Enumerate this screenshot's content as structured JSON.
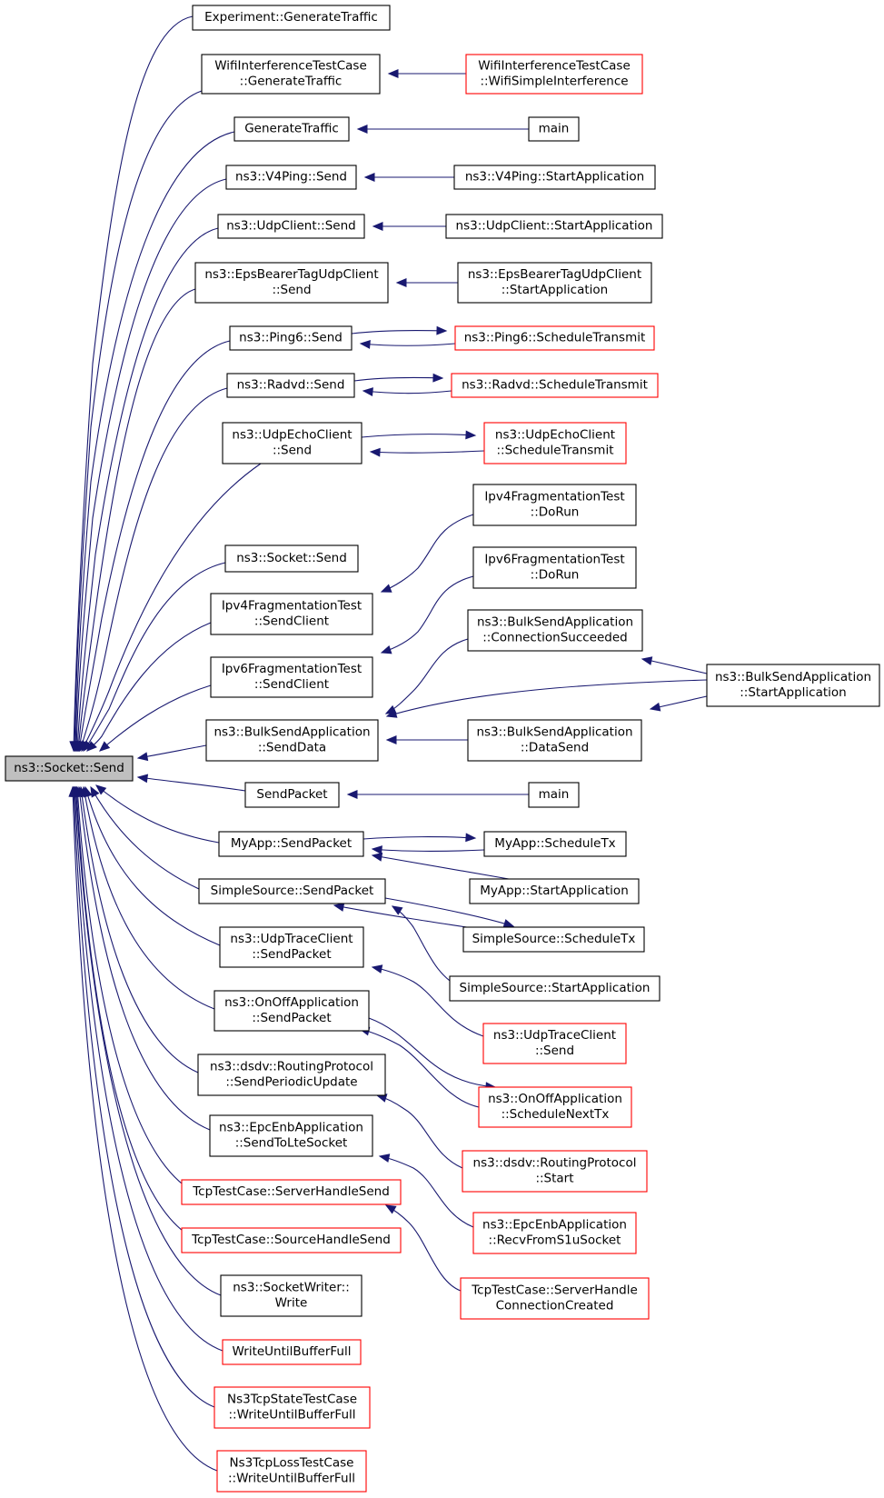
{
  "diagram": {
    "root": {
      "id": "socket_send",
      "label": "ns3::Socket::Send"
    },
    "nodes": [
      {
        "id": "exp_gen",
        "lines": [
          "Experiment::GenerateTraffic"
        ]
      },
      {
        "id": "wit_gen",
        "lines": [
          "WifiInterferenceTestCase",
          "::GenerateTraffic"
        ]
      },
      {
        "id": "wit_simple",
        "lines": [
          "WifiInterferenceTestCase",
          "::WifiSimpleInterference"
        ],
        "truncated": true
      },
      {
        "id": "gentraffic",
        "lines": [
          "GenerateTraffic"
        ]
      },
      {
        "id": "main1",
        "lines": [
          "main"
        ]
      },
      {
        "id": "v4ping_send",
        "lines": [
          "ns3::V4Ping::Send"
        ]
      },
      {
        "id": "v4ping_start",
        "lines": [
          "ns3::V4Ping::StartApplication"
        ]
      },
      {
        "id": "udpclient_send",
        "lines": [
          "ns3::UdpClient::Send"
        ]
      },
      {
        "id": "udpclient_start",
        "lines": [
          "ns3::UdpClient::StartApplication"
        ]
      },
      {
        "id": "eps_send",
        "lines": [
          "ns3::EpsBearerTagUdpClient",
          "::Send"
        ]
      },
      {
        "id": "eps_start",
        "lines": [
          "ns3::EpsBearerTagUdpClient",
          "::StartApplication"
        ]
      },
      {
        "id": "ping6_send",
        "lines": [
          "ns3::Ping6::Send"
        ]
      },
      {
        "id": "ping6_sched",
        "lines": [
          "ns3::Ping6::ScheduleTransmit"
        ],
        "truncated": true
      },
      {
        "id": "radvd_send",
        "lines": [
          "ns3::Radvd::Send"
        ]
      },
      {
        "id": "radvd_sched",
        "lines": [
          "ns3::Radvd::ScheduleTransmit"
        ],
        "truncated": true
      },
      {
        "id": "echo_send",
        "lines": [
          "ns3::UdpEchoClient",
          "::Send"
        ]
      },
      {
        "id": "echo_sched",
        "lines": [
          "ns3::UdpEchoClient",
          "::ScheduleTransmit"
        ],
        "truncated": true
      },
      {
        "id": "ipv4frag_dorun",
        "lines": [
          "Ipv4FragmentationTest",
          "::DoRun"
        ]
      },
      {
        "id": "socket_send2",
        "lines": [
          "ns3::Socket::Send"
        ]
      },
      {
        "id": "ipv6frag_dorun",
        "lines": [
          "Ipv6FragmentationTest",
          "::DoRun"
        ]
      },
      {
        "id": "ipv4frag_sc",
        "lines": [
          "Ipv4FragmentationTest",
          "::SendClient"
        ]
      },
      {
        "id": "bulk_conn",
        "lines": [
          "ns3::BulkSendApplication",
          "::ConnectionSucceeded"
        ]
      },
      {
        "id": "ipv6frag_sc",
        "lines": [
          "Ipv6FragmentationTest",
          "::SendClient"
        ]
      },
      {
        "id": "bulk_start",
        "lines": [
          "ns3::BulkSendApplication",
          "::StartApplication"
        ]
      },
      {
        "id": "bulk_senddata",
        "lines": [
          "ns3::BulkSendApplication",
          "::SendData"
        ]
      },
      {
        "id": "bulk_datasend",
        "lines": [
          "ns3::BulkSendApplication",
          "::DataSend"
        ]
      },
      {
        "id": "sendpacket",
        "lines": [
          "SendPacket"
        ]
      },
      {
        "id": "main2",
        "lines": [
          "main"
        ]
      },
      {
        "id": "myapp_sp",
        "lines": [
          "MyApp::SendPacket"
        ]
      },
      {
        "id": "myapp_stx",
        "lines": [
          "MyApp::ScheduleTx"
        ]
      },
      {
        "id": "myapp_start",
        "lines": [
          "MyApp::StartApplication"
        ]
      },
      {
        "id": "ss_sp",
        "lines": [
          "SimpleSource::SendPacket"
        ]
      },
      {
        "id": "ss_stx",
        "lines": [
          "SimpleSource::ScheduleTx"
        ]
      },
      {
        "id": "utc_sp",
        "lines": [
          "ns3::UdpTraceClient",
          "::SendPacket"
        ]
      },
      {
        "id": "ss_start",
        "lines": [
          "SimpleSource::StartApplication"
        ]
      },
      {
        "id": "onoff_sp",
        "lines": [
          "ns3::OnOffApplication",
          "::SendPacket"
        ]
      },
      {
        "id": "utc_send",
        "lines": [
          "ns3::UdpTraceClient",
          "::Send"
        ],
        "truncated": true
      },
      {
        "id": "dsdv_spu",
        "lines": [
          "ns3::dsdv::RoutingProtocol",
          "::SendPeriodicUpdate"
        ]
      },
      {
        "id": "onoff_snt",
        "lines": [
          "ns3::OnOffApplication",
          "::ScheduleNextTx"
        ],
        "truncated": true
      },
      {
        "id": "epc_stl",
        "lines": [
          "ns3::EpcEnbApplication",
          "::SendToLteSocket"
        ]
      },
      {
        "id": "dsdv_start",
        "lines": [
          "ns3::dsdv::RoutingProtocol",
          "::Start"
        ],
        "truncated": true
      },
      {
        "id": "tcp_shs",
        "lines": [
          "TcpTestCase::ServerHandleSend"
        ],
        "truncated": true
      },
      {
        "id": "epc_recv",
        "lines": [
          "ns3::EpcEnbApplication",
          "::RecvFromS1uSocket"
        ],
        "truncated": true
      },
      {
        "id": "tcp_sohs",
        "lines": [
          "TcpTestCase::SourceHandleSend"
        ],
        "truncated": true
      },
      {
        "id": "tcp_shcc",
        "lines": [
          "TcpTestCase::ServerHandle",
          "ConnectionCreated"
        ],
        "truncated": true
      },
      {
        "id": "sw_write",
        "lines": [
          "ns3::SocketWriter::",
          "Write"
        ]
      },
      {
        "id": "wubf",
        "lines": [
          "WriteUntilBufferFull"
        ],
        "truncated": true
      },
      {
        "id": "ns3tcpstate",
        "lines": [
          "Ns3TcpStateTestCase",
          "::WriteUntilBufferFull"
        ],
        "truncated": true
      },
      {
        "id": "ns3tcploss",
        "lines": [
          "Ns3TcpLossTestCase",
          "::WriteUntilBufferFull"
        ],
        "truncated": true
      }
    ],
    "edges": [
      [
        "exp_gen",
        "socket_send"
      ],
      [
        "wit_gen",
        "socket_send"
      ],
      [
        "gentraffic",
        "socket_send"
      ],
      [
        "v4ping_send",
        "socket_send"
      ],
      [
        "udpclient_send",
        "socket_send"
      ],
      [
        "eps_send",
        "socket_send"
      ],
      [
        "ping6_send",
        "socket_send"
      ],
      [
        "radvd_send",
        "socket_send"
      ],
      [
        "echo_send",
        "socket_send"
      ],
      [
        "socket_send2",
        "socket_send"
      ],
      [
        "ipv4frag_sc",
        "socket_send"
      ],
      [
        "ipv6frag_sc",
        "socket_send"
      ],
      [
        "bulk_senddata",
        "socket_send"
      ],
      [
        "sendpacket",
        "socket_send"
      ],
      [
        "myapp_sp",
        "socket_send"
      ],
      [
        "ss_sp",
        "socket_send"
      ],
      [
        "utc_sp",
        "socket_send"
      ],
      [
        "onoff_sp",
        "socket_send"
      ],
      [
        "dsdv_spu",
        "socket_send"
      ],
      [
        "epc_stl",
        "socket_send"
      ],
      [
        "tcp_shs",
        "socket_send"
      ],
      [
        "tcp_sohs",
        "socket_send"
      ],
      [
        "sw_write",
        "socket_send"
      ],
      [
        "wubf",
        "socket_send"
      ],
      [
        "ns3tcpstate",
        "socket_send"
      ],
      [
        "ns3tcploss",
        "socket_send"
      ],
      [
        "wit_simple",
        "wit_gen"
      ],
      [
        "main1",
        "gentraffic"
      ],
      [
        "v4ping_start",
        "v4ping_send"
      ],
      [
        "udpclient_start",
        "udpclient_send"
      ],
      [
        "eps_start",
        "eps_send"
      ],
      [
        "ping6_sched",
        "ping6_send"
      ],
      [
        "ping6_send",
        "ping6_sched"
      ],
      [
        "radvd_sched",
        "radvd_send"
      ],
      [
        "radvd_send",
        "radvd_sched"
      ],
      [
        "echo_sched",
        "echo_send"
      ],
      [
        "echo_send",
        "echo_sched"
      ],
      [
        "ipv4frag_dorun",
        "ipv4frag_sc"
      ],
      [
        "ipv6frag_dorun",
        "ipv6frag_sc"
      ],
      [
        "bulk_conn",
        "bulk_senddata"
      ],
      [
        "bulk_start",
        "bulk_senddata"
      ],
      [
        "bulk_datasend",
        "bulk_senddata"
      ],
      [
        "bulk_start",
        "bulk_conn"
      ],
      [
        "bulk_start",
        "bulk_datasend"
      ],
      [
        "main2",
        "sendpacket"
      ],
      [
        "myapp_stx",
        "myapp_sp"
      ],
      [
        "myapp_sp",
        "myapp_stx"
      ],
      [
        "myapp_start",
        "myapp_sp"
      ],
      [
        "ss_stx",
        "ss_sp"
      ],
      [
        "ss_sp",
        "ss_stx"
      ],
      [
        "ss_start",
        "ss_sp"
      ],
      [
        "utc_send",
        "utc_sp"
      ],
      [
        "onoff_snt",
        "onoff_sp"
      ],
      [
        "onoff_sp",
        "onoff_snt"
      ],
      [
        "dsdv_start",
        "dsdv_spu"
      ],
      [
        "epc_recv",
        "epc_stl"
      ],
      [
        "tcp_shcc",
        "tcp_shs"
      ]
    ]
  }
}
